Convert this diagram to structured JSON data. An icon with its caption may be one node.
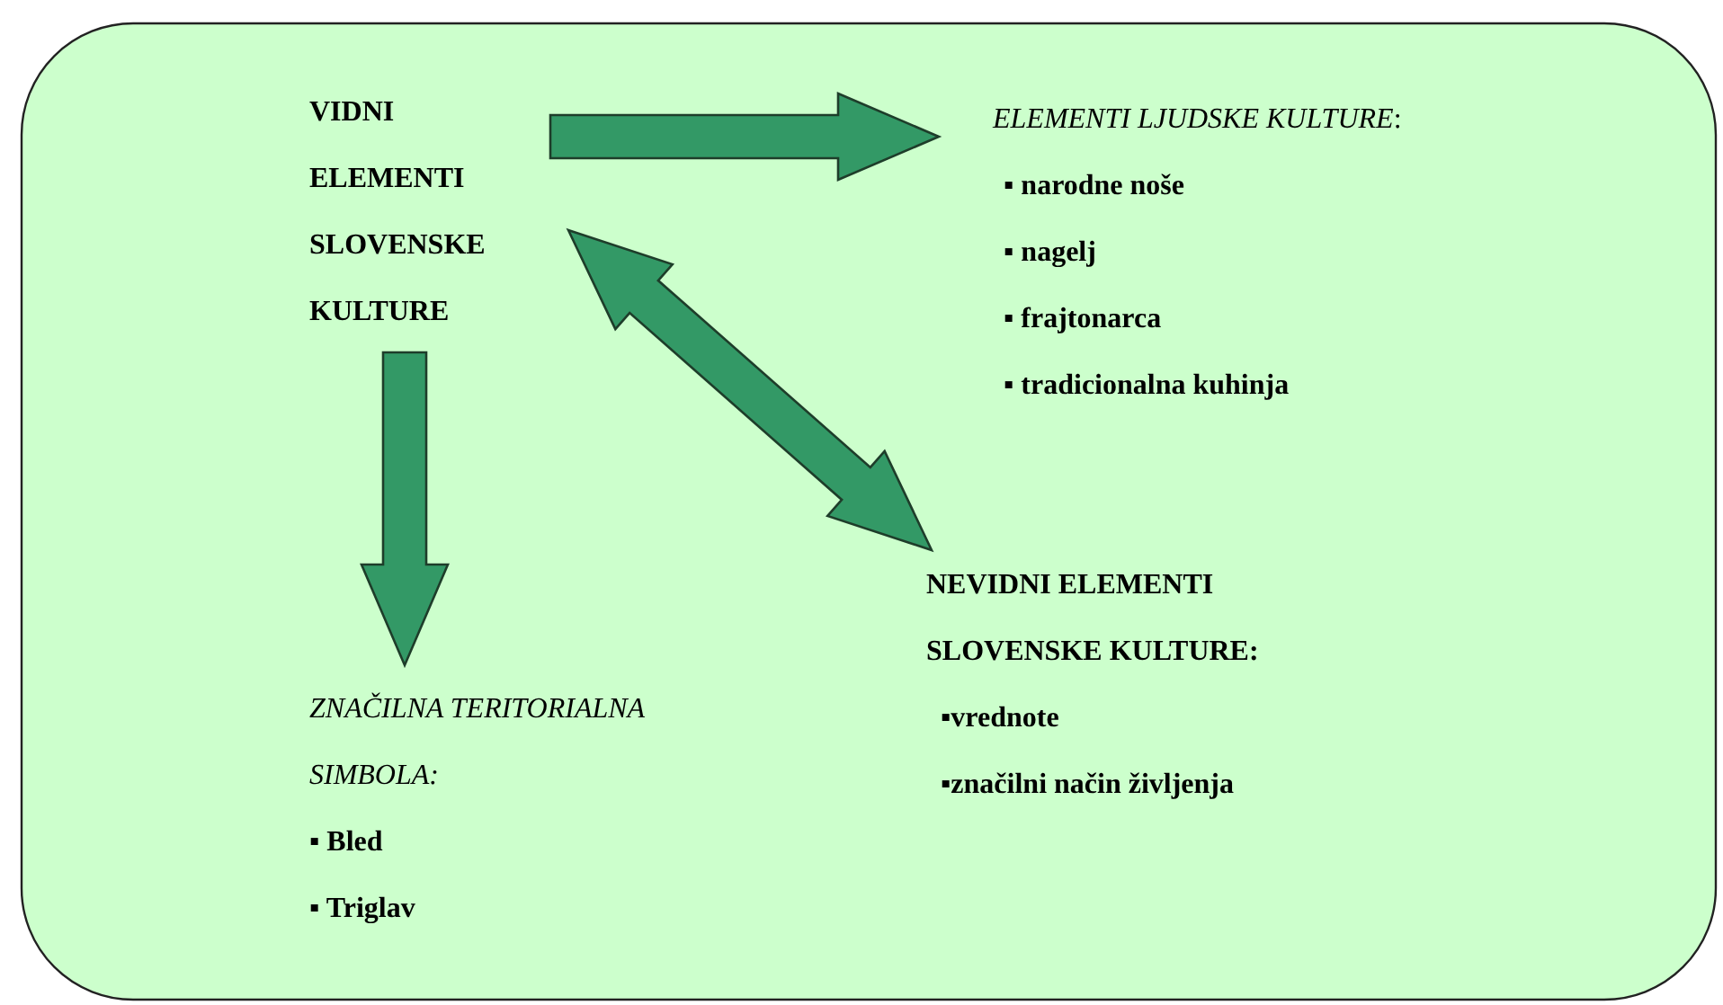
{
  "diagram": {
    "nodes": [
      {
        "text": [
          "VIDNI ELEMENTI SLOVENSKE KULTURE"
        ]
      },
      {
        "text": [
          "*ELEMENTI LJUDSKE KULTURE*:",
          "▪ narodne noše",
          "▪ nagelj",
          "▪ frajtonarca",
          "▪ tradicionalna kuhinja"
        ]
      },
      {
        "text": [
          "NEVIDNI ELEMENTI SLOVENSKE KULTURE:",
          "▪vrednote",
          "▪značilni način življenja"
        ]
      },
      {
        "text": [
          "ZNAČILNA TERITORIALNA SIMBOLA:",
          "▪ Bled",
          "▪ Triglav"
        ]
      }
    ],
    "edges": [
      {
        "from": 0,
        "to": 1,
        "arrow": "to"
      },
      {
        "from": 0,
        "to": 2,
        "arrow": "both"
      },
      {
        "from": 0,
        "to": 3,
        "arrow": "to"
      }
    ]
  }
}
